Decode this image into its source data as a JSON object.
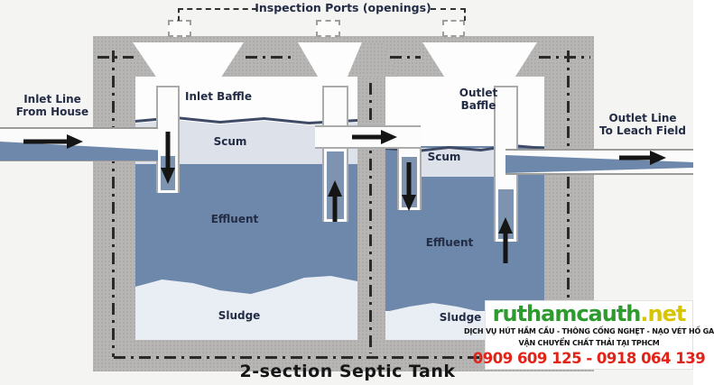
{
  "diagram": {
    "title": "2-section Septic Tank",
    "inspection_label": "Inspection Ports (openings)",
    "inlet_line": {
      "l1": "Inlet Line",
      "l2": "From House"
    },
    "outlet_line": {
      "l1": "Outlet Line",
      "l2": "To Leach Field"
    },
    "section1": {
      "baffle": "Inlet Baffle",
      "scum": "Scum",
      "effluent": "Effluent",
      "sludge": "Sludge"
    },
    "section2": {
      "baffle_l1": "Outlet",
      "baffle_l2": "Baffle",
      "scum": "Scum",
      "effluent": "Effluent",
      "sludge": "Sludge"
    },
    "arrows": {
      "inlet": "right",
      "inlet_baffle": "down",
      "divider_rise": "up",
      "transfer": "right",
      "divider_drop": "down",
      "outlet_baffle": "up",
      "outlet": "right"
    },
    "colors": {
      "concrete": "#b7b6b4",
      "effluent": "#6d88aa",
      "scum": "#dde2ea",
      "sludge": "#e9eef5",
      "surface_line": "#3f4b66",
      "label_text": "#232c45"
    }
  },
  "watermark": {
    "brand_main": "ruthamcauth",
    "brand_suffix": ".net",
    "services_line": "DỊCH VỤ HÚT HẦM CẦU - THÔNG CỐNG NGHẸT - NẠO VÉT HỐ GA",
    "transport_line": "VẬN CHUYỂN CHẤT THẢI TẠI TPHCM",
    "phones": "0909 609 125 - 0918 064 139",
    "colors": {
      "brand_main": "#2e9b2e",
      "brand_suffix": "#d8c400",
      "phones": "#e22418"
    }
  }
}
